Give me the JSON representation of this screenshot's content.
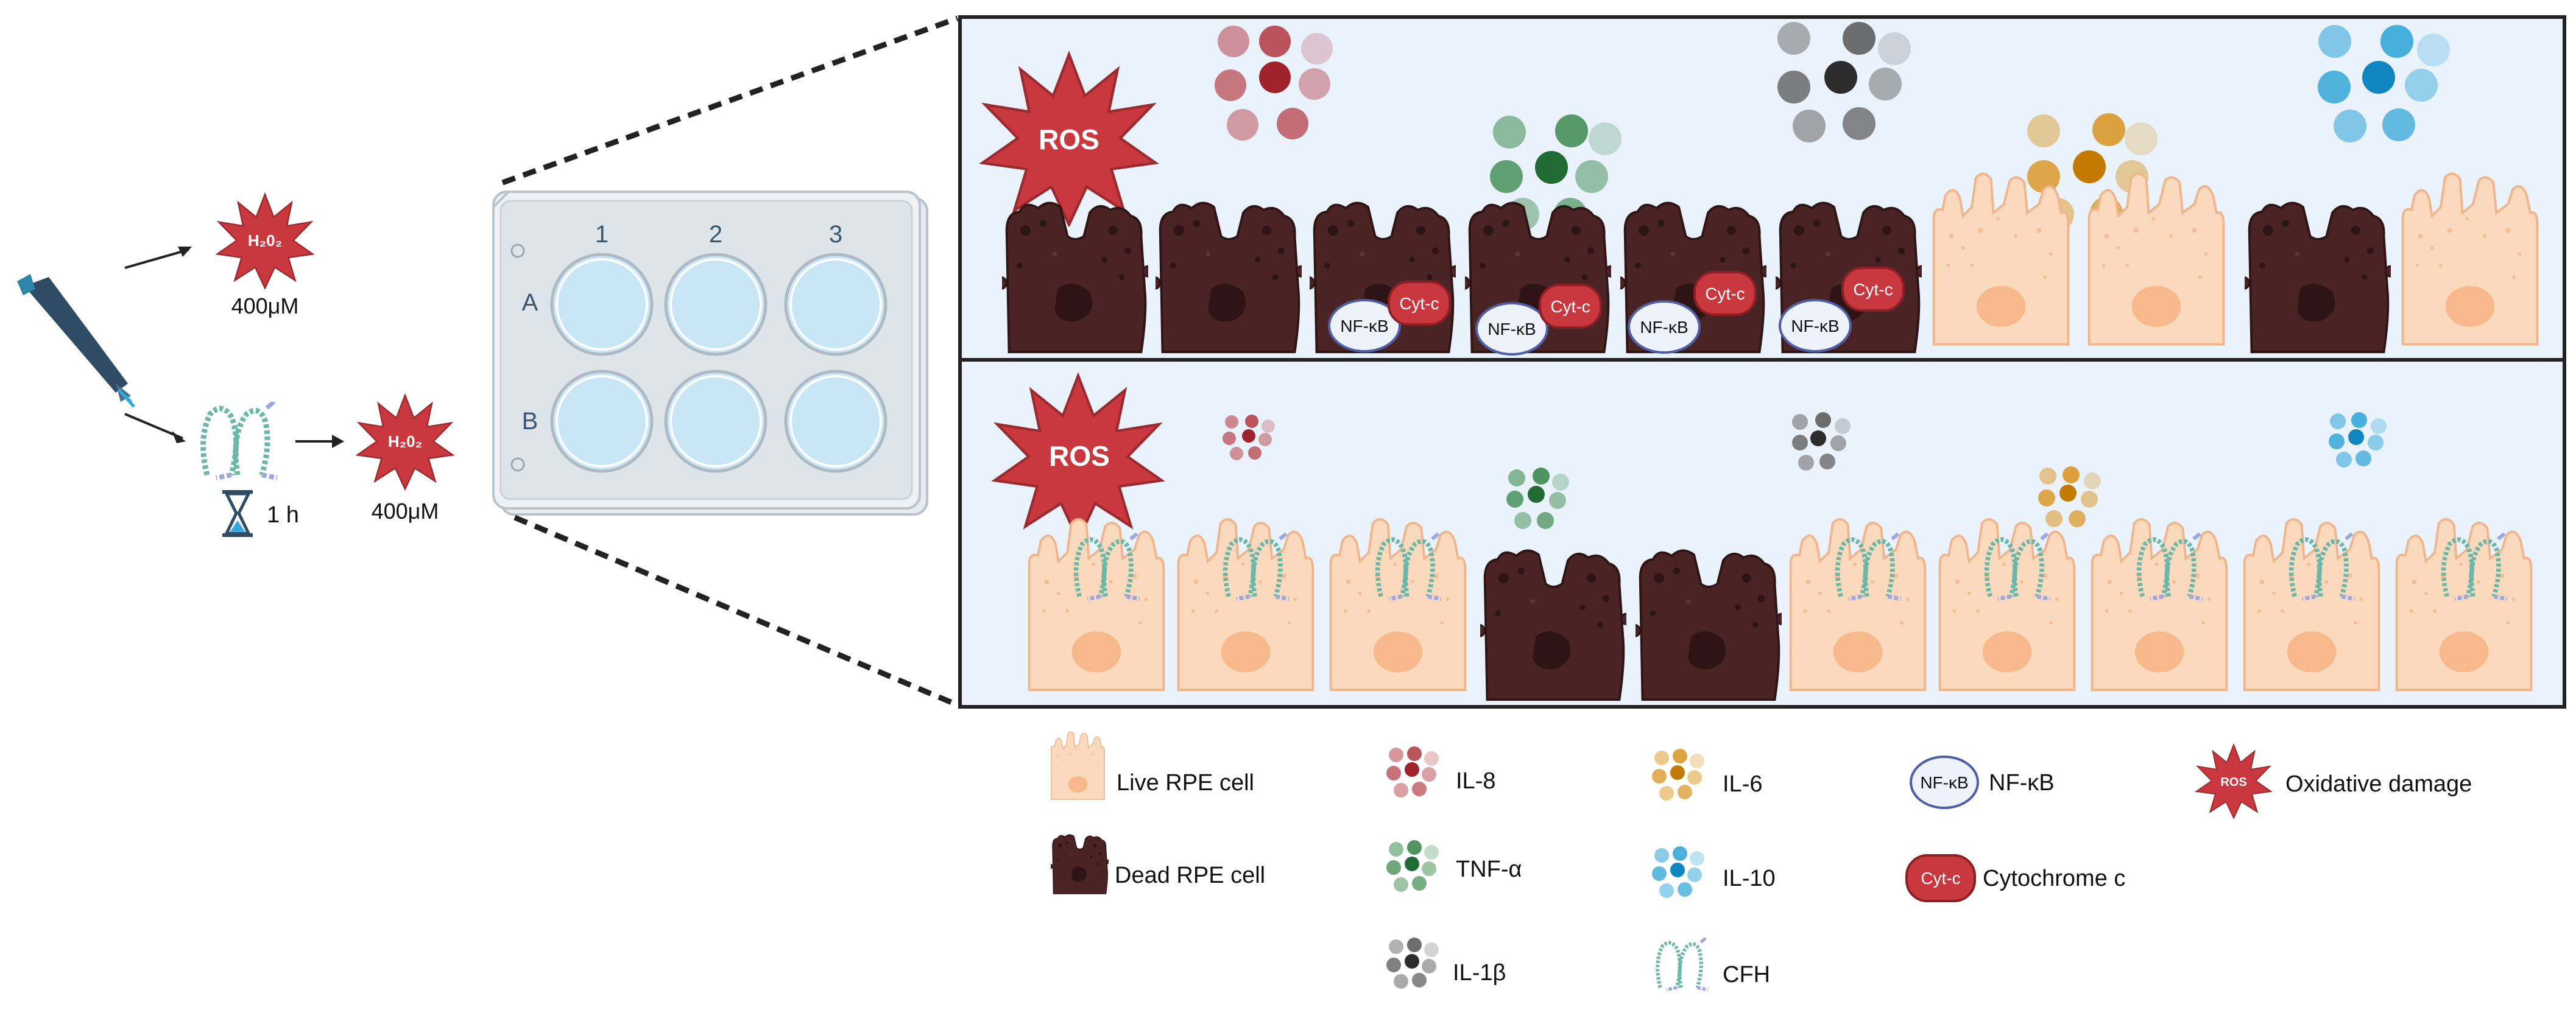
{
  "treatment": {
    "h2o2_label": "H₂0₂",
    "concentration": "400μM",
    "pretreat_time": "1 h"
  },
  "plate": {
    "columns": [
      "1",
      "2",
      "3"
    ],
    "rows": [
      "A",
      "B"
    ]
  },
  "panels": {
    "ros_label": "ROS",
    "nfkb_label": "NF-κB",
    "cytc_label": "Cyt-c"
  },
  "legend": {
    "live_rpe": "Live RPE cell",
    "dead_rpe": "Dead RPE cell",
    "il8": "IL-8",
    "tnfa": "TNF-α",
    "il1b": "IL-1β",
    "il6": "IL-6",
    "il10": "IL-10",
    "cfh": "CFH",
    "nfkb": "NF-κB",
    "cytc": "Cytochrome c",
    "ros_icon": "ROS",
    "oxidative": "Oxidative damage"
  },
  "colors": {
    "il8": "#b5414a",
    "tnfa": "#3d8a4e",
    "il1b": "#555555",
    "il6": "#d9931c",
    "il10": "#29a3d6",
    "dead_cell": "#4a2424",
    "live_cell": "#fbd9bc",
    "ros": "#c8383e",
    "panel_bg": "#eaf2fc"
  }
}
